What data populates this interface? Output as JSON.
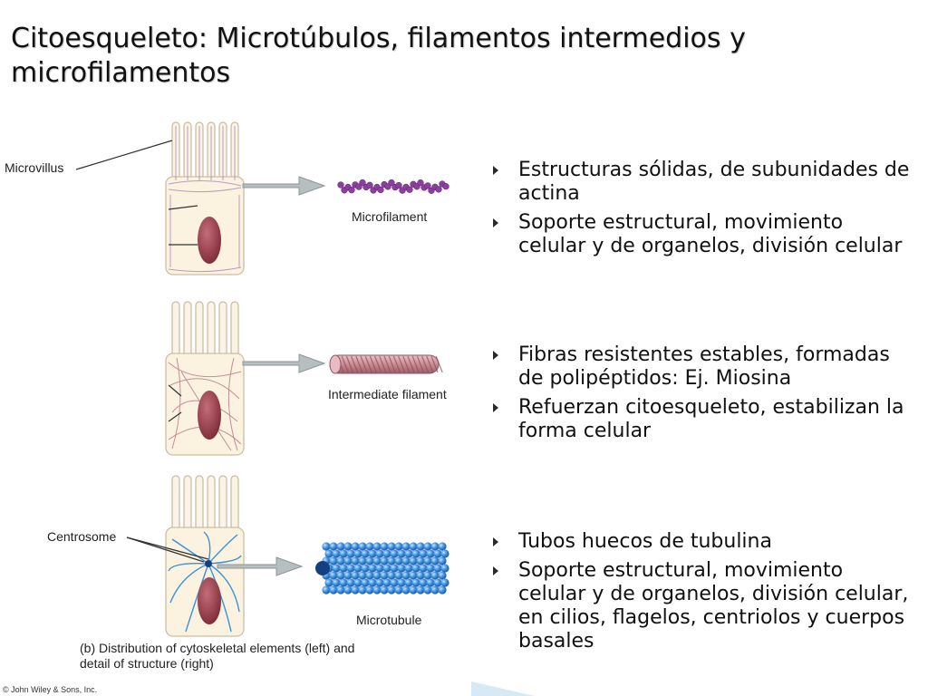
{
  "slide": {
    "title": "Citoesqueleto: Microtúbulos, filamentos intermedios y microfilamentos"
  },
  "figure": {
    "labels": {
      "microvillus": "Microvillus",
      "centrosome": "Centrosome",
      "microfilament": "Microfilament",
      "intermediate_filament": "Intermediate filament",
      "microtubule": "Microtubule"
    },
    "caption": "(b) Distribution of cytoskeletal elements (left) and detail of structure (right)",
    "copyright": "© John Wiley & Sons, Inc.",
    "colors": {
      "microfilament": "#8c3f9e",
      "intermediate": "#c98b94",
      "microtubule": "#3d8fdd",
      "nucleus": "#9c3b48",
      "arrow": "#aeb6b8"
    }
  },
  "groups": [
    {
      "bullets": [
        "Estructuras sólidas, de subunidades de actina",
        "Soporte estructural, movimiento celular y de organelos, división celular"
      ]
    },
    {
      "bullets": [
        "Fibras resistentes estables, formadas de polipéptidos: Ej. Miosina",
        "Refuerzan citoesqueleto, estabilizan la forma celular"
      ]
    },
    {
      "bullets": [
        "Tubos huecos de tubulina",
        "Soporte estructural, movimiento celular y de organelos, división celular, en cilios, flagelos, centriolos y cuerpos basales"
      ]
    }
  ]
}
